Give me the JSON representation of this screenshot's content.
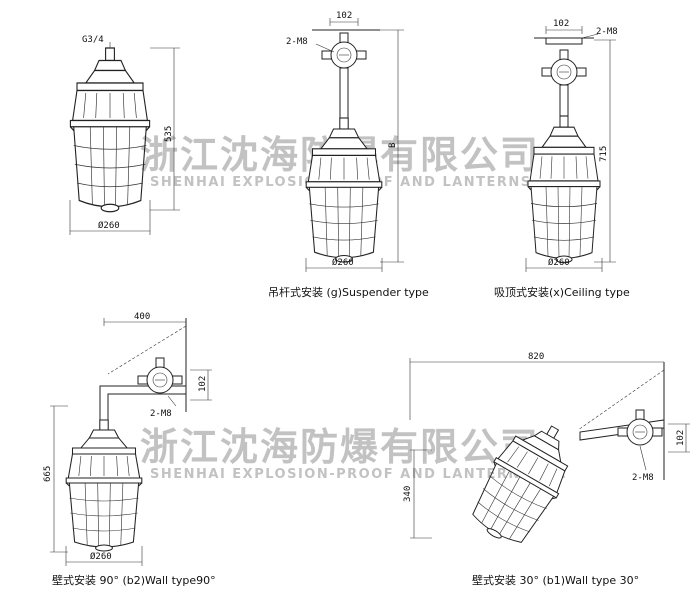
{
  "watermark": {
    "company_cn": "浙江沈海防爆有限公司",
    "company_en": "SHENHAI EXPLOSION-PROOF AND LANTERNS CO."
  },
  "views": {
    "standard": {
      "thread_label": "G3/4",
      "height_label": "535",
      "diameter_label": "Ø260"
    },
    "suspender": {
      "width_label": "102",
      "bolt_label": "2-M8",
      "height_label": "B",
      "diameter_label": "Ø260",
      "caption": "吊杆式安装 (g)Suspender type"
    },
    "ceiling": {
      "width_label": "102",
      "bolt_label": "2-M8",
      "height_label": "715",
      "diameter_label": "Ø260",
      "caption": "吸顶式安装(x)Ceiling type"
    },
    "wall90": {
      "reach_label": "400",
      "box_label": "102",
      "bolt_label": "2-M8",
      "height_label": "665",
      "diameter_label": "Ø260",
      "caption": "壁式安装 90° (b2)Wall type90°"
    },
    "wall30": {
      "reach_label": "820",
      "box_label": "102",
      "bolt_label": "2-M8",
      "height_label": "340",
      "caption": "壁式安装 30° (b1)Wall type 30°"
    }
  }
}
